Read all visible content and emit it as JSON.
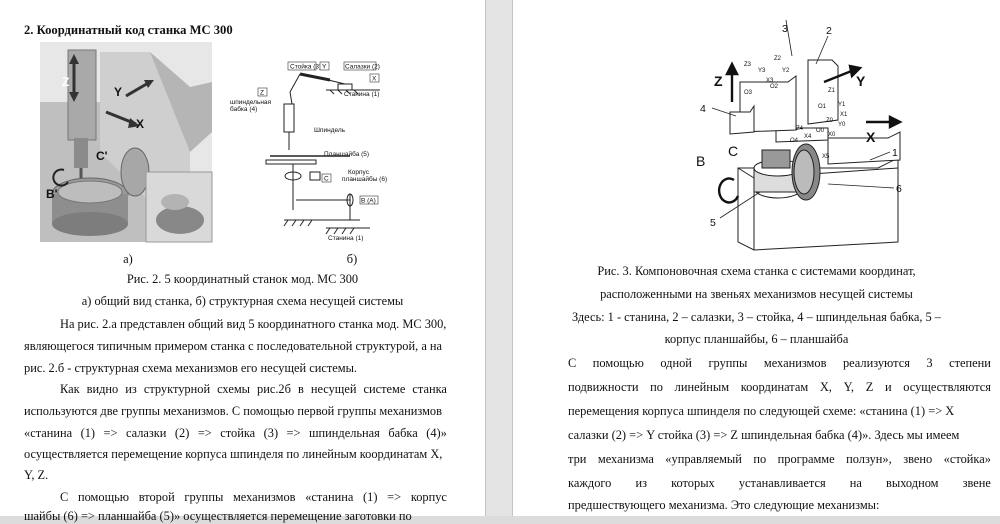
{
  "left": {
    "heading": "2. Координатный код станка МС 300",
    "photo_labels": {
      "y": "Y",
      "x": "X",
      "z": "Z",
      "c": "C'",
      "b": "B'"
    },
    "schema_labels": {
      "stoika": "Стойка (3)",
      "y": "Y",
      "salazki": "Салазки (2)",
      "x": "X",
      "stanina": "Станина (1)",
      "z": "Z",
      "bab1": "шпиндельная",
      "bab2": "бабка (4)",
      "shpindel": "Шпиндель",
      "planshaiba": "Планшайба (5)",
      "c": "C",
      "korpus1": "Корпус",
      "korpus2": "планшайбы (6)",
      "b": "B (A)"
    },
    "sub_a": "а)",
    "sub_b": "б)",
    "caption1": "Рис. 2. 5 координатный станок мод. МС 300",
    "caption2": "а) общий вид станка, б) структурная схема несущей системы",
    "p1": [
      "На рис. 2.а представлен общий вид 5 координатного станка мод. МС 300,",
      "являющегося типичным примером станка с последовательной структурой, а на",
      "рис. 2.б - структурная схема механизмов его несущей системы."
    ],
    "p2_l1": [
      "Как",
      "видно",
      "из",
      "структурной",
      "схемы",
      "рис.2б",
      "в",
      "несущей",
      "системе",
      "станка"
    ],
    "p2_l2": "используются две группы механизмов. С помощью первой группы механизмов",
    "p2_l3": [
      "«станина",
      "(1)",
      "=>",
      "салазки",
      "(2)",
      "=>",
      "стойка",
      "(3)",
      "=>",
      "шпиндельная",
      "бабка",
      "(4)»"
    ],
    "p2_l4": "осуществляется перемещение корпуса шпинделя по линейным координатам X,",
    "p2_l5": "Y, Z.",
    "p3_l1": [
      "С",
      "помощью",
      "второй",
      "группы",
      "механизмов",
      "«станина",
      "(1)",
      "=>",
      "корпус"
    ],
    "p3_l2": "шайбы (6) => планшайба (5)» осуществляется перемещение заготовки по"
  },
  "right": {
    "fig": {
      "n1": "1",
      "n2": "2",
      "n3": "3",
      "n4": "4",
      "n5": "5",
      "n6": "6",
      "ax_z": "Z",
      "ax_y": "Y",
      "ax_x": "X",
      "ax_b": "B",
      "ax_c": "C",
      "z3": "Z3",
      "z2": "Z2",
      "y2": "Y2",
      "y3": "Y3",
      "x3": "X3",
      "o3": "O3",
      "o2": "O2",
      "z1": "Z1",
      "y1": "Y1",
      "x1": "X1",
      "o1": "O1",
      "z0": "Z0",
      "y0": "Y0",
      "x0": "X0",
      "o0": "O0",
      "z4": "Z4",
      "x4": "X4",
      "o4": "O4",
      "x5": "X5"
    },
    "caption1": "Рис. 3. Компоновочная схема станка с системами координат,",
    "caption2": "расположенными на звеньях механизмов несущей системы",
    "caption3": "Здесь: 1 - станина, 2 – салазки, 3 – стойка, 4 – шпиндельная бабка, 5 –",
    "caption4": "корпус планшайбы, 6 – планшайба",
    "p1_l1": [
      "С",
      "помощью",
      "одной",
      "группы",
      "механизмов",
      "реализуются",
      "3",
      "степени"
    ],
    "p1_l2": [
      "подвижности",
      "по",
      "линейным",
      "координатам",
      "X,",
      "Y,",
      "Z",
      "и",
      "осуществляются"
    ],
    "p1_l3": "перемещения корпуса шпинделя по следующей схеме: «станина (1) => X",
    "p1_l4": "салазки (2) => Y стойка (3) => Z шпиндельная бабка (4)». Здесь мы имеем",
    "p1_l5": [
      "три",
      "механизма",
      "«управляемый",
      "по",
      "программе",
      "ползун»,",
      "звено",
      "«стойка»"
    ],
    "p1_l6": [
      "каждого",
      "из",
      "которых",
      "устанавливается",
      "на",
      "выходном",
      "звене"
    ],
    "p1_l7": "предшествующего механизма. Это следующие механизмы:"
  }
}
